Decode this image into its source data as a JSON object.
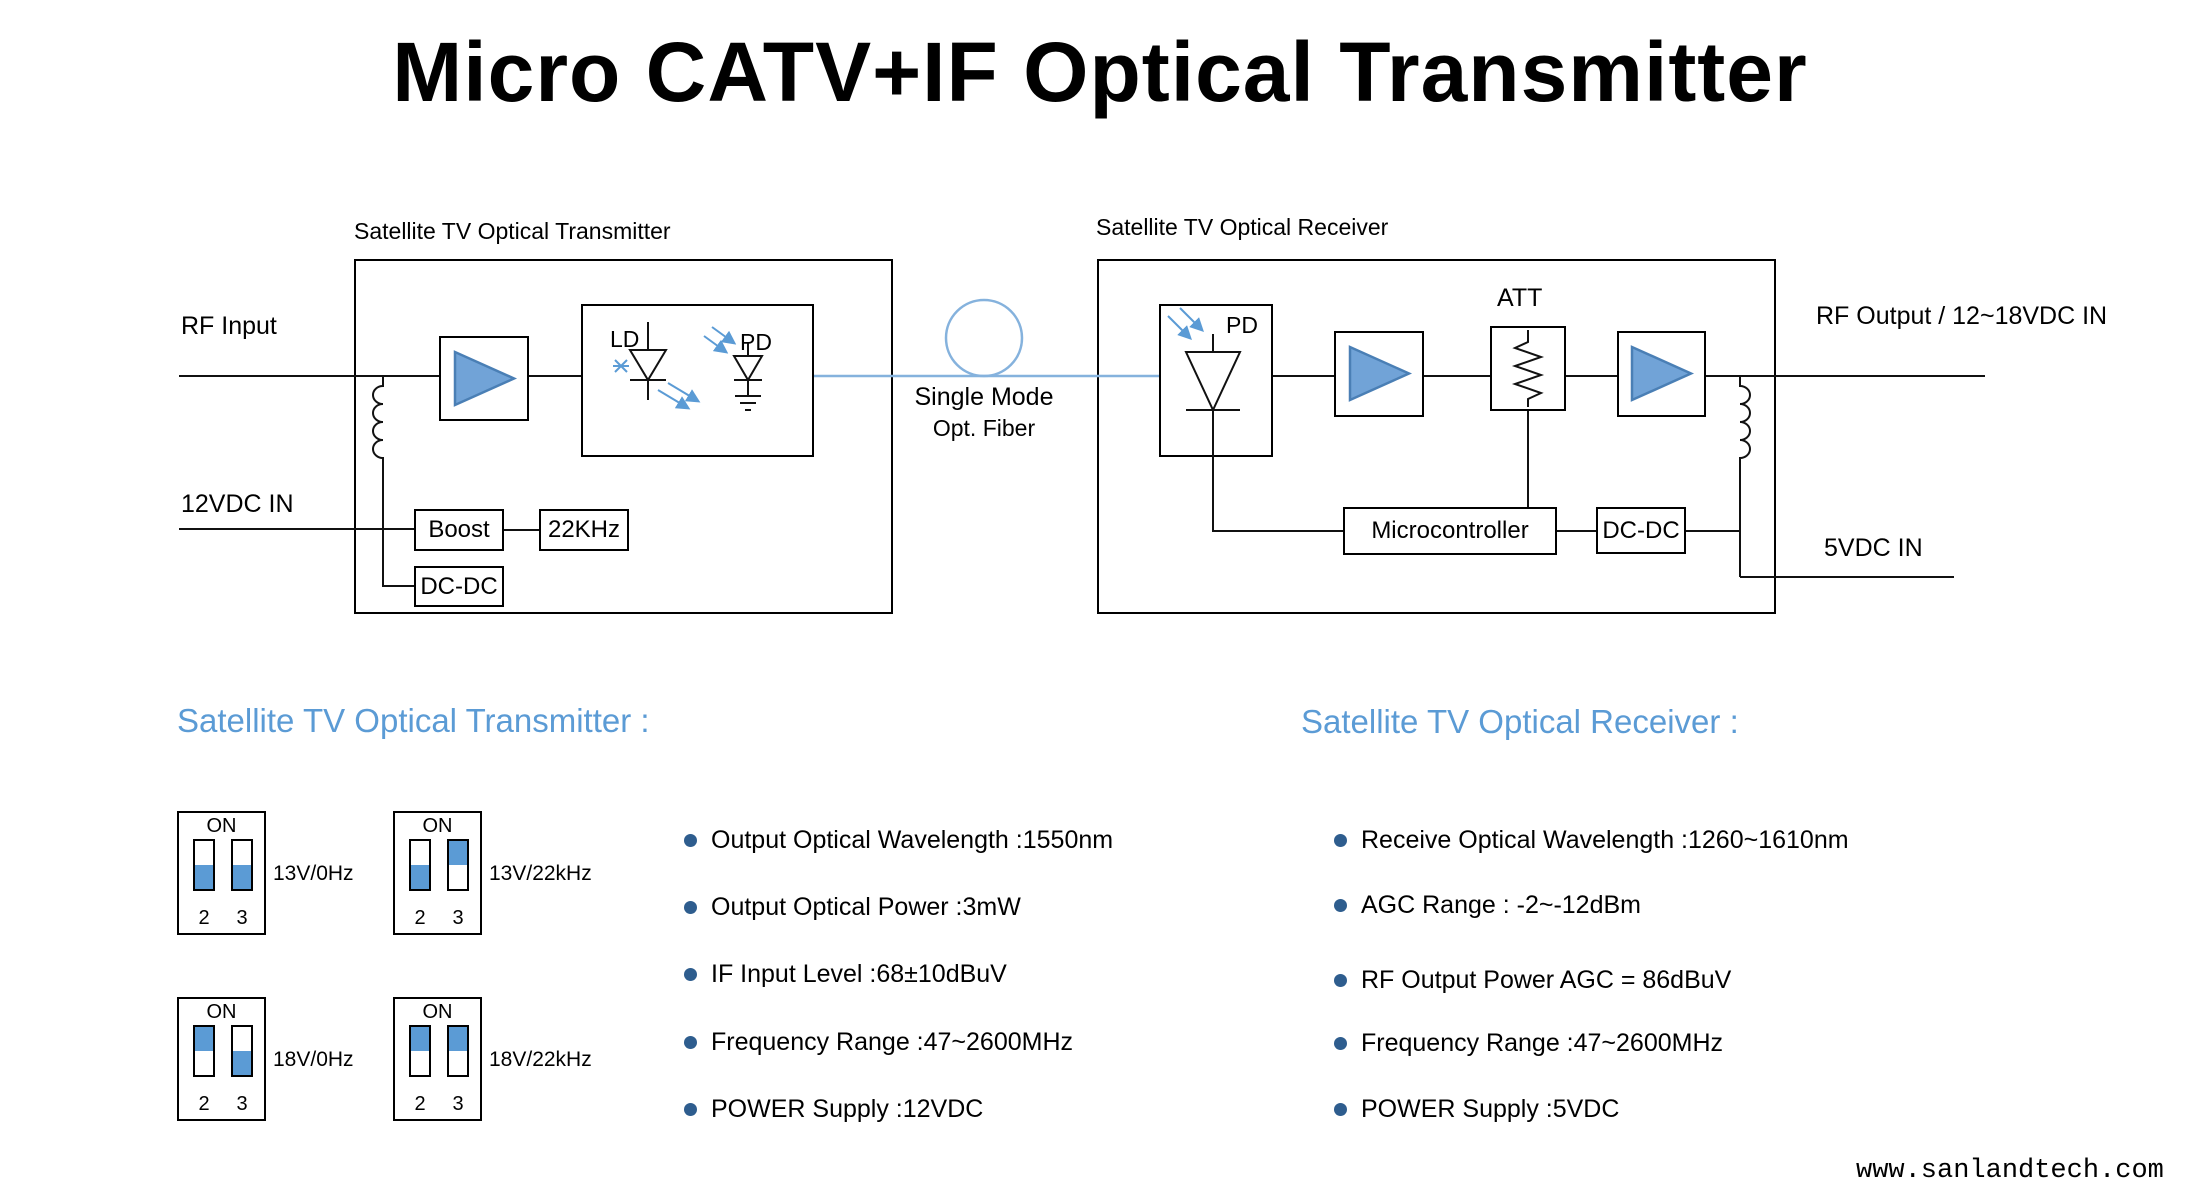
{
  "title": "Micro CATV+IF Optical Transmitter",
  "diagram": {
    "transmitter": {
      "box_title": "Satellite TV Optical Transmitter",
      "rf_input_label": "RF Input",
      "dc_input_label": "12VDC IN",
      "boost_label": "Boost",
      "tone_label": "22KHz",
      "dcdc_label": "DC-DC",
      "ld_label": "LD",
      "pd_label": "PD"
    },
    "fiber": {
      "line1": "Single Mode",
      "line2": "Opt. Fiber"
    },
    "receiver": {
      "box_title": "Satellite TV Optical Receiver",
      "pd_label": "PD",
      "att_label": "ATT",
      "micro_label": "Microcontroller",
      "dcdc_label": "DC-DC",
      "rf_output_label": "RF Output / 12~18VDC IN",
      "dc_input_label": "5VDC IN"
    }
  },
  "specs": {
    "transmitter": {
      "heading": "Satellite TV Optical Transmitter :",
      "dips": [
        {
          "on": "ON",
          "pin1": "2",
          "pin2": "3",
          "label": "13V/0Hz",
          "s1": "down",
          "s2": "down"
        },
        {
          "on": "ON",
          "pin1": "2",
          "pin2": "3",
          "label": "13V/22kHz",
          "s1": "down",
          "s2": "up"
        },
        {
          "on": "ON",
          "pin1": "2",
          "pin2": "3",
          "label": "18V/0Hz",
          "s1": "up",
          "s2": "down"
        },
        {
          "on": "ON",
          "pin1": "2",
          "pin2": "3",
          "label": "18V/22kHz",
          "s1": "up",
          "s2": "up"
        }
      ],
      "items": [
        "Output Optical Wavelength :1550nm",
        "Output Optical Power :3mW",
        "IF Input Level :68±10dBuV",
        "Frequency Range :47~2600MHz",
        "POWER Supply :12VDC"
      ]
    },
    "receiver": {
      "heading": "Satellite TV Optical Receiver :",
      "items": [
        "Receive Optical Wavelength :1260~1610nm",
        "AGC Range : -2~-12dBm",
        "RF Output Power AGC = 86dBuV",
        "Frequency Range :47~2600MHz",
        "POWER Supply :5VDC"
      ]
    }
  },
  "footer": {
    "website": "www.sanlandtech.com"
  },
  "colors": {
    "heading_blue": "#5b9bd5",
    "amp_fill": "#71a3d7",
    "amp_stroke": "#4a7fb5",
    "switch_fill": "#5b9bd5",
    "bullet_blue": "#2e5d8e",
    "fiber_blue": "#85b2dd",
    "line_black": "#111111"
  }
}
